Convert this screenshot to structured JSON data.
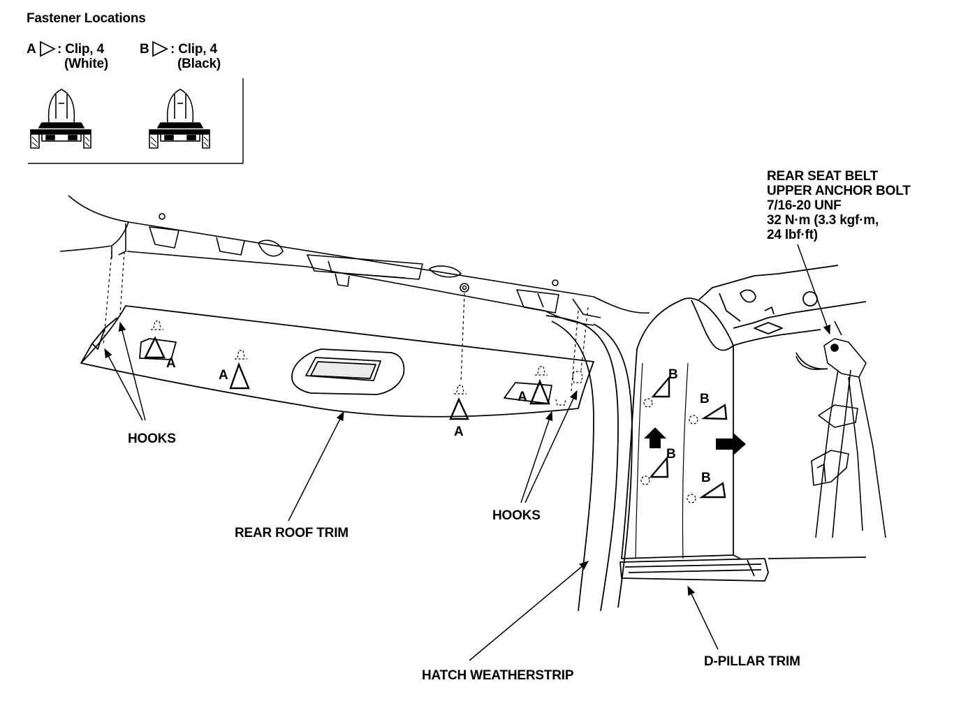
{
  "legend": {
    "title": "Fastener Locations",
    "a_letter": "A",
    "a_desc": ": Clip, 4",
    "a_color": "(White)",
    "b_letter": "B",
    "b_desc": ": Clip, 4",
    "b_color": "(Black)"
  },
  "labels": {
    "hooks_left": "HOOKS",
    "hooks_right": "HOOKS",
    "rear_roof_trim": "REAR ROOF TRIM",
    "hatch_weatherstrip": "HATCH WEATHERSTRIP",
    "d_pillar_trim": "D-PILLAR TRIM",
    "anchor_line1": "REAR SEAT BELT",
    "anchor_line2": "UPPER ANCHOR BOLT",
    "anchor_line3": "7/16-20 UNF",
    "anchor_line4": "32 N·m (3.3 kgf·m,",
    "anchor_line5": "24 lbf·ft)"
  },
  "clip_marks": {
    "a1": "A",
    "a2": "A",
    "a3": "A",
    "a4": "A",
    "b1": "B",
    "b2": "B",
    "b3": "B",
    "b4": "B"
  }
}
